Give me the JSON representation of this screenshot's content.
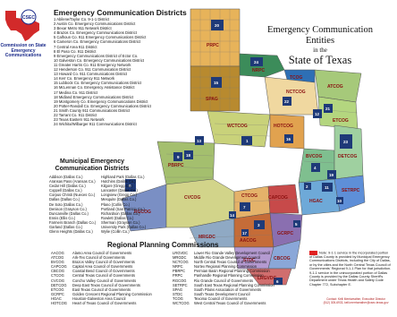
{
  "logo": {
    "acronym": "CSEC",
    "caption": "Commission on State Emergency Communications"
  },
  "title": {
    "line1": "Emergency Communication Entities",
    "line2": "in the",
    "line3": "State of Texas"
  },
  "ecd": {
    "heading": "Emergency Communication Districts",
    "items": [
      "1 Abilene/Taylor Co. 9-1-1 District",
      "2 Austin Co. Emergency Communications District",
      "3 Bexar Metro 911 Network District",
      "4 Brazos Co. Emergency Communications District",
      "5 Calhoun Co. 911 Emergency Communications District",
      "6 Cameron Co. Emergency Communications District",
      "7 Central Area 911 District",
      "8 El Paso Co. 911 District",
      "9 Emergency Communications District of Ector Co.",
      "10 Galveston Co. Emergency Communications District",
      "11 Greater Harris Co. 911 Emergency Network",
      "12 Henderson Co. 911 Communication District",
      "13 Howard Co. 911 Communications District",
      "14 Kerr Co. Emergency 911 Network",
      "15 Lubbock Co. Emergency Communications District",
      "16 McLennan Co. Emergency Assistance District",
      "17 Medina Co. 911 District",
      "18 Midland Emergency Communications District",
      "19 Montgomery Co. Emergency Communications District",
      "20 Potter-Randall Co. Emergency Communications District",
      "21 Smith County 911 Communications District",
      "22 Tarrant Co. 911 District",
      "23 Texas Eastern 911 Network",
      "24 Wichita/Wilbarger 911 Communications District"
    ]
  },
  "municipal": {
    "heading": "Municipal Emergency Communication Districts",
    "col1": [
      "Addison (Dallas Co.)",
      "Aransas Pass (Aransas Co.)",
      "Cedar Hill (Dallas Co.)",
      "Coppell (Dallas Co.)",
      "Corpus Christi (Nueces Co.)",
      "Dallas (Dallas Co.)",
      "De Soto (Dallas Co.)",
      "Denison (Grayson Co.)",
      "Duncanville (Dallas Co.)",
      "Ennis (Ellis Co.)",
      "Farmers Branch (Dallas Co.)",
      "Garland (Dallas Co.)",
      "Glenn Heights (Dallas Co.)"
    ],
    "col2": [
      "Highland Park (Dallas Co.)",
      "Hutchins (Dallas Co.)",
      "Kilgore (Gregg Co.)",
      "Lancaster (Dallas Co.)",
      "Longview (Gregg Co.)",
      "Mesquite (Dallas Co.)",
      "Plano (Collin Co.)",
      "Portland (San Patricio Co.)",
      "Richardson (Dallas Co.)",
      "Rowlett (Dallas Co.)",
      "Sherman (Grayson Co.)",
      "University Park (Dallas Co.)",
      "Wylie (Collin Co.)"
    ]
  },
  "rpc": {
    "heading": "Regional Planning Commissions",
    "col1": [
      {
        "abbr": "AACOG",
        "name": "Alamo Area Council of Governments"
      },
      {
        "abbr": "ATCOG",
        "name": "Ark-Tex Council of Governments"
      },
      {
        "abbr": "BVCOG",
        "name": "Brazos Valley Council of Governments"
      },
      {
        "abbr": "CAPCOG",
        "name": "Capital Area Council of Governments"
      },
      {
        "abbr": "CBCOG",
        "name": "Coastal Bend Council of Governments"
      },
      {
        "abbr": "CTCOG",
        "name": "Central Texas Council of Governments"
      },
      {
        "abbr": "CVCOG",
        "name": "Concho Valley Council of Governments"
      },
      {
        "abbr": "DETCOG",
        "name": "Deep East Texas Council of Governments"
      },
      {
        "abbr": "ETCOG",
        "name": "East Texas Council of Governments"
      },
      {
        "abbr": "GCRPC",
        "name": "Golden Crescent Regional Planning Commission"
      },
      {
        "abbr": "HGAC",
        "name": "Houston-Galveston Area Council"
      },
      {
        "abbr": "HOTCOG",
        "name": "Heart of Texas Council of Governments"
      }
    ],
    "col2": [
      {
        "abbr": "LRGVDC",
        "name": "Lower Rio Grande Valley Development Council"
      },
      {
        "abbr": "MRGDC",
        "name": "Middle Rio Grande Development Council"
      },
      {
        "abbr": "NCTCOG",
        "name": "North Central Texas Council of Governments"
      },
      {
        "abbr": "NRPC",
        "name": "Nortex Regional Planning Commission"
      },
      {
        "abbr": "PBRPC",
        "name": "Permian Basin Regional Planning Commission"
      },
      {
        "abbr": "PRPC",
        "name": "Panhandle Regional Planning Commission"
      },
      {
        "abbr": "RGCOG",
        "name": "Rio Grande Council of Governments"
      },
      {
        "abbr": "SETRPC",
        "name": "South East Texas Regional Planning Commission"
      },
      {
        "abbr": "SPAG",
        "name": "South Plains Association of Governments"
      },
      {
        "abbr": "STDC",
        "name": "South Texas Development Council"
      },
      {
        "abbr": "TCOG",
        "name": "Texoma Council of Governments"
      },
      {
        "abbr": "WCTCOG",
        "name": "West Central Texas Council of Governments"
      }
    ]
  },
  "note": {
    "text": "Note: 9-1-1 service in the incorporated portion of Dallas County is provided by Municipal Emergency Communications Districts, including the City of Dallas, or by the cities and the North Central Texas Council of Governments' Regional 9-1-1 Plan for that jurisdiction. 9-1-1 service in the unincorporated portion of Dallas County is provided by the Dallas County Sheriff's Department under Texas Health and Safety Code Chapter 772, Subchapter E."
  },
  "contact": {
    "line1": "Contact: Kelli Merriweather, Executive Director",
    "line2": "(512) 305-6933, kelli.merriweather@csec.texas.gov"
  },
  "map_labels": {
    "regions": [
      "PRPC",
      "NRPC",
      "SPAG",
      "TCOG",
      "ATCOG",
      "NCTCOG",
      "PBRPC",
      "WCTCOG",
      "ETCOG",
      "RGCOG",
      "CVCOG",
      "HOTCOG",
      "CTCOG",
      "CAPCOG",
      "BVCOG",
      "DETCOG",
      "MRGDC",
      "AACOG",
      "HGAC",
      "GCRPC",
      "SETRPC",
      "STDC",
      "CBCOG",
      "LRGVDC"
    ],
    "districts": [
      "20",
      "15",
      "24",
      "18",
      "9",
      "13",
      "1",
      "8",
      "22",
      "12",
      "21",
      "23",
      "16",
      "7",
      "4",
      "19",
      "11",
      "10",
      "2",
      "5",
      "3",
      "14",
      "17",
      "6"
    ]
  },
  "colors": {
    "prpc": "#e7b35a",
    "spag": "#b88a2f",
    "nrpc": "#3c8c5a",
    "tcog": "#2e6fb5",
    "atcog": "#a6c97a",
    "nctcog": "#f0d8a0",
    "pbrpc": "#a4bf6e",
    "wctcog": "#c9d27a",
    "rgcog": "#7a8fc4",
    "cvcog": "#d2d48a",
    "hotcog": "#e1a24f",
    "capcog": "#c74a4a",
    "bvcog": "#7fbf8f",
    "detcog": "#9fd0a0",
    "etcog": "#b4d67f",
    "mrgdc": "#8fa9c4",
    "aacog": "#c56c38",
    "hgac": "#6ea9d8",
    "gcrpc": "#8a6fb0",
    "setrpc": "#5e8fd8",
    "stdc": "#b49ad0",
    "cbcog": "#8aa7d8",
    "lrgvdc": "#d06e6e",
    "ctcog": "#e4b26a",
    "district": "#1e3a78",
    "note_red": "#e02020"
  }
}
